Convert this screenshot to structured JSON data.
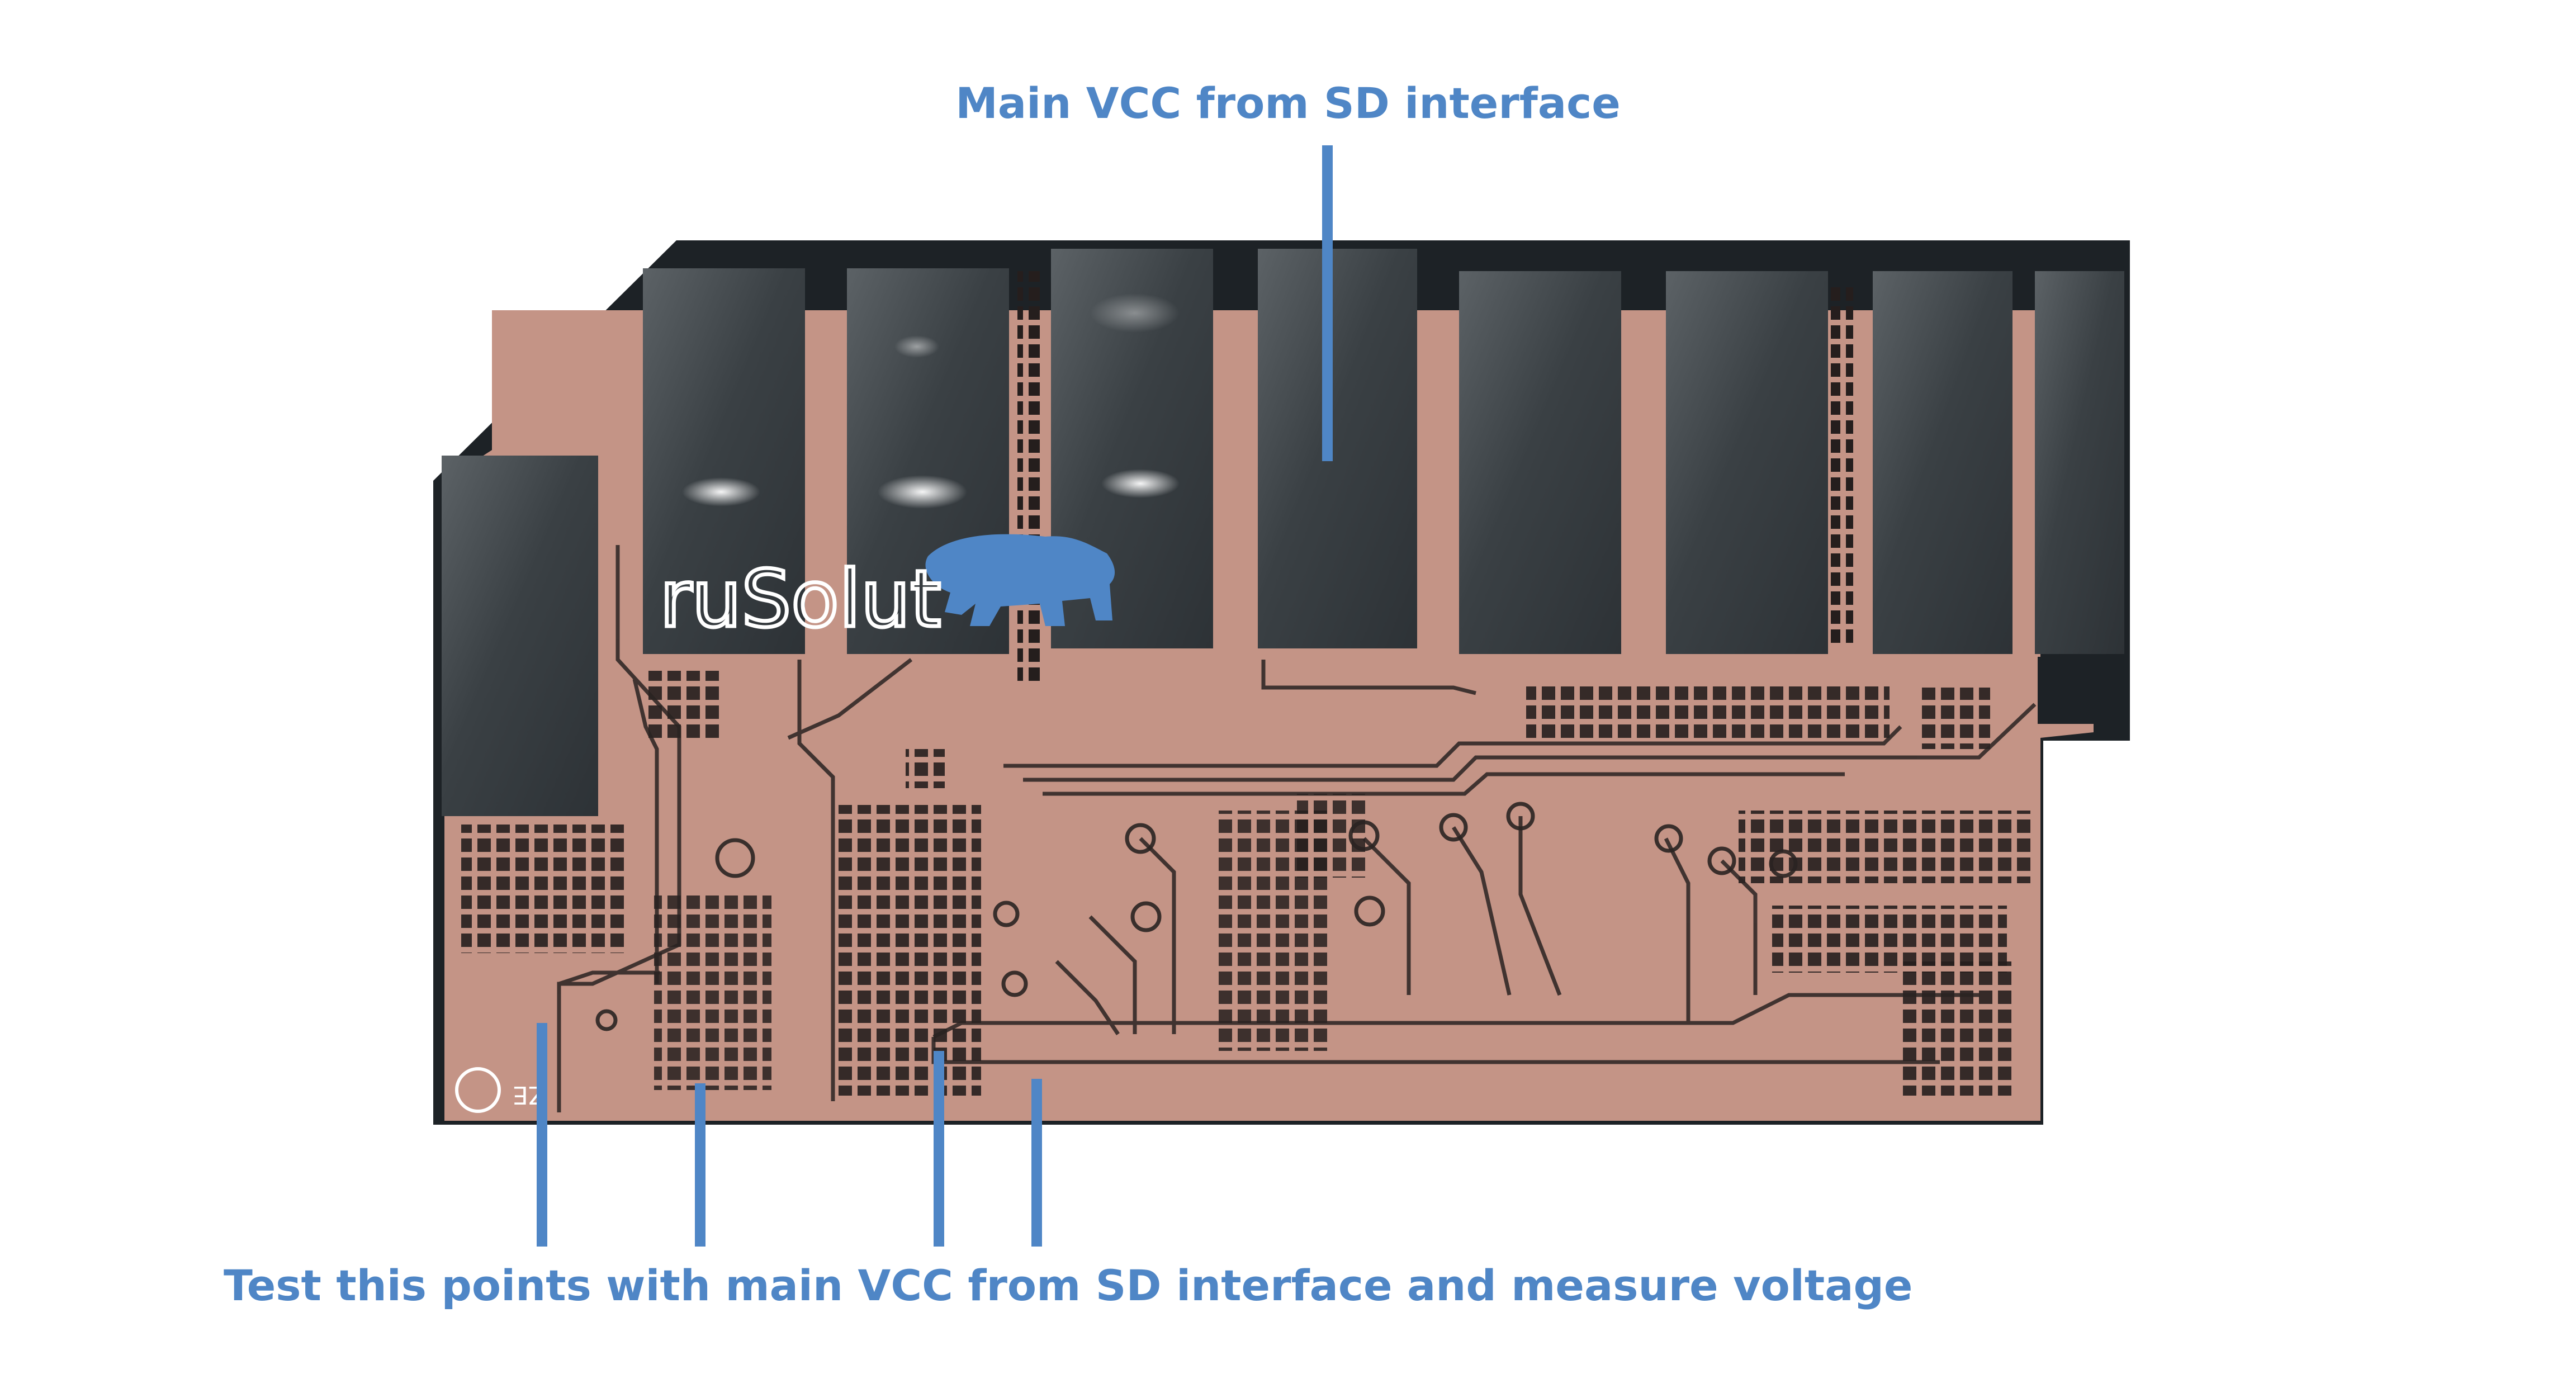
{
  "annotations": {
    "top_label": "Main VCC from SD interface",
    "bottom_label": "Test this points with main VCC from SD interface and measure voltage"
  },
  "logo": {
    "text": "ruSolut",
    "icon": "bear-icon"
  },
  "board": {
    "silkscreen": "ZE"
  },
  "colors": {
    "annotation": "#4f86c6",
    "board_copper": "#c49486",
    "board_dark": "#1d2226",
    "contact_pad": "#3e4448",
    "logo_text": "#ffffff",
    "logo_icon": "#4f86c6"
  }
}
